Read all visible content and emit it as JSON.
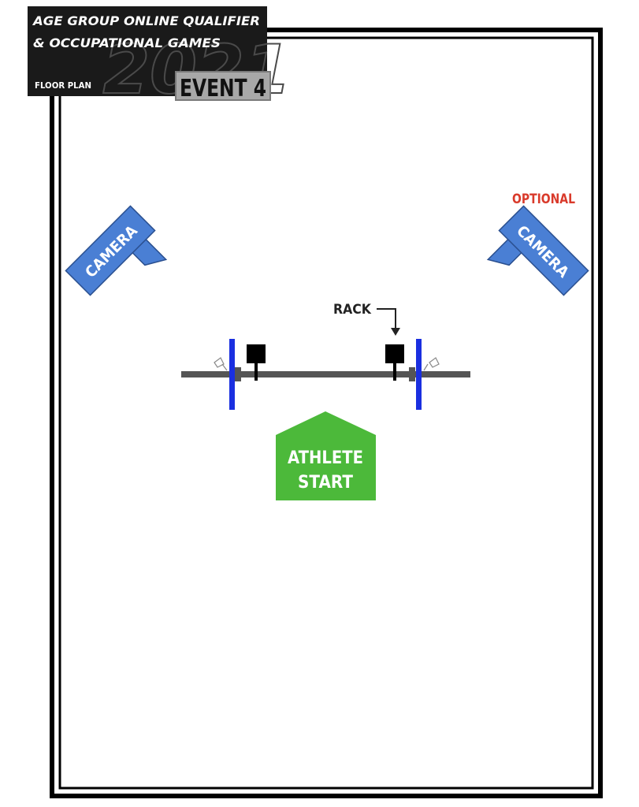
{
  "header": {
    "title_line1": "AGE GROUP ONLINE QUALIFIER",
    "title_line2": "& OCCUPATIONAL GAMES",
    "year": "2021",
    "subtitle": "FLOOR PLAN",
    "event": "EVENT 4"
  },
  "cameras": {
    "left": {
      "label": "CAMERA"
    },
    "right": {
      "label": "CAMERA",
      "note": "OPTIONAL"
    }
  },
  "rack": {
    "label": "RACK"
  },
  "athlete_start": {
    "line1": "ATHLETE",
    "line2": "START"
  },
  "colors": {
    "header_bg": "#1a1a1a",
    "camera_fill": "#4a7fd4",
    "camera_stroke": "#2a4f8f",
    "optional_text": "#d93a2b",
    "athlete_start": "#4cb93a",
    "plate": "#1a2fe0",
    "barbell": "#555555",
    "border": "#000000"
  }
}
